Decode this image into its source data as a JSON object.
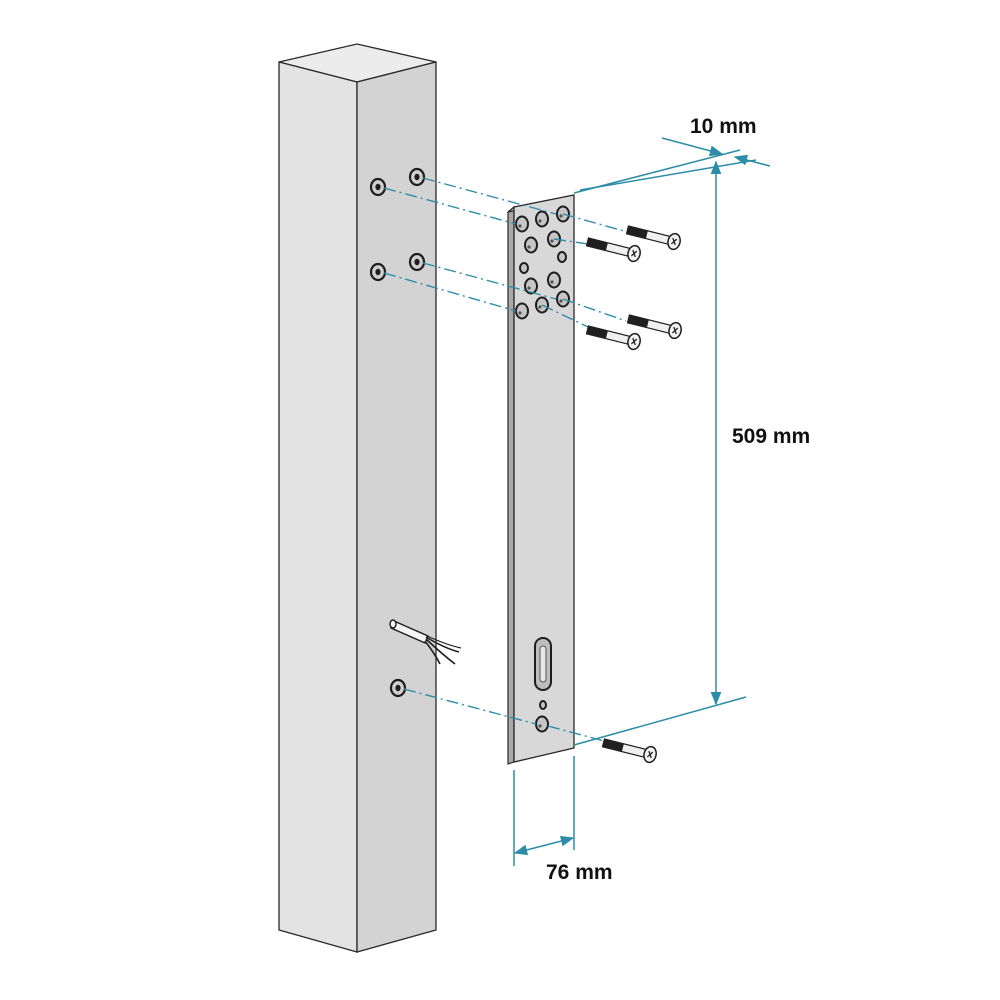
{
  "dimensions": {
    "thickness": "10 mm",
    "height": "509 mm",
    "width": "76 mm"
  },
  "colors": {
    "post_front": "#e3e3e3",
    "post_side": "#d2d2d2",
    "post_top": "#ececec",
    "plate": "#d7d7d7",
    "plate_edge": "#a9a9a9",
    "dimension_lines": "#2d8ca8",
    "outline": "#2a2a2a"
  }
}
